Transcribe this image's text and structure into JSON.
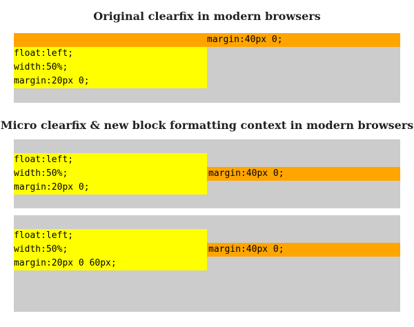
{
  "sections": [
    {
      "title": "Original clearfix in modern browsers",
      "margin_label": "margin:40px 0;",
      "float_lines": [
        "float:left;",
        "width:50%;",
        "margin:20px 0;"
      ]
    },
    {
      "title": "Micro clearfix & new block formatting context in modern browsers",
      "demos": [
        {
          "float_lines": [
            "float:left;",
            "width:50%;",
            "margin:20px 0;"
          ],
          "margin_label": "margin:40px 0;"
        },
        {
          "float_lines": [
            "float:left;",
            "width:50%;",
            "margin:20px 0 60px;"
          ],
          "margin_label": "margin:40px 0;"
        }
      ]
    }
  ],
  "colors": {
    "container": "#cccccc",
    "margin_box": "#ffa500",
    "float_box": "#ffff00"
  }
}
